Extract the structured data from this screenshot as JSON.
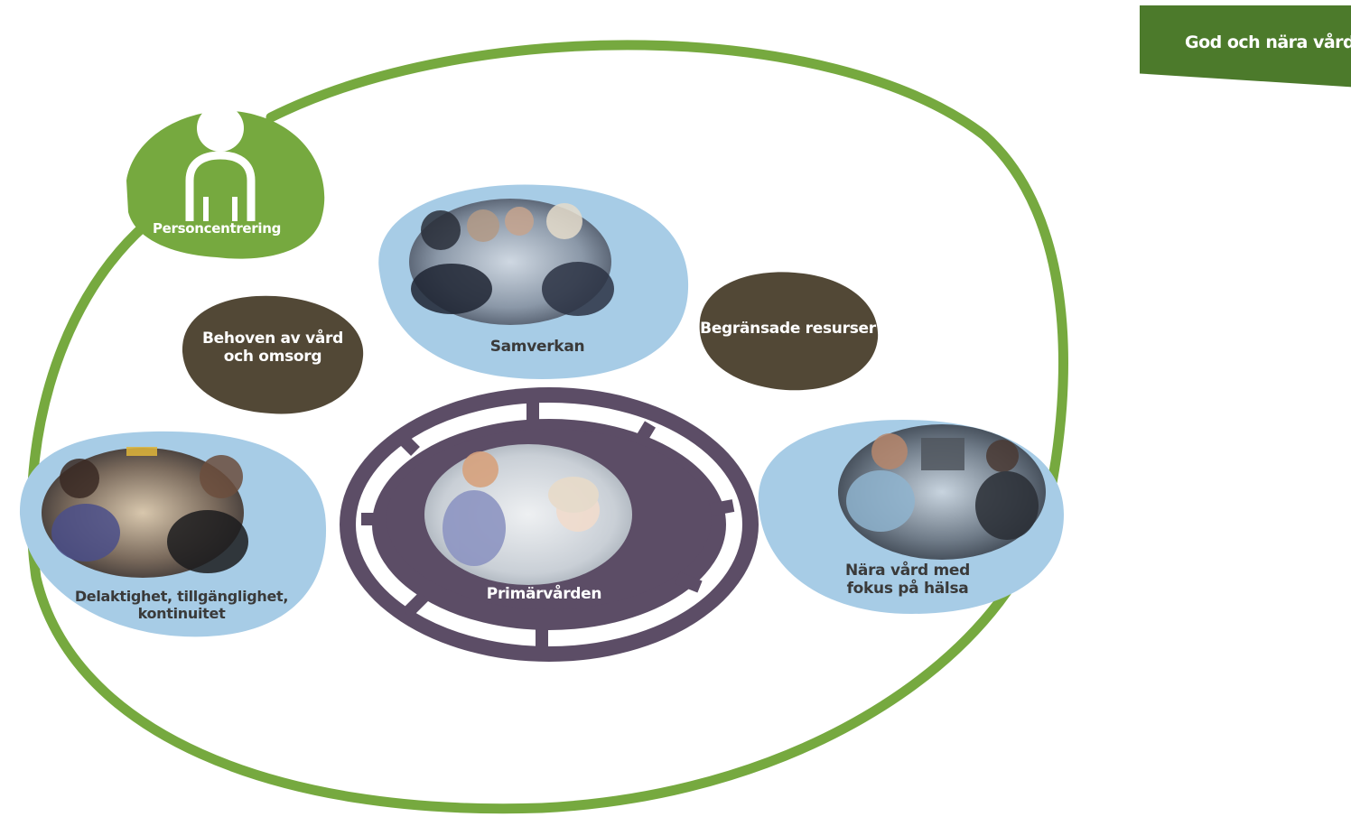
{
  "banner": {
    "text": "God och nära vård"
  },
  "labels": {
    "personcentrering": "Personcentrering",
    "behoven": "Behoven av vård och omsorg",
    "samverkan": "Samverkan",
    "begransade": "Begränsade resurser",
    "delaktighet": "Delaktighet, tillgänglighet, kontinuitet",
    "primarvarden": "Primärvården",
    "nara_vard": "Nära vård med fokus på hälsa"
  },
  "colors": {
    "green": "#76a93f",
    "dark_green": "#4c7a2b",
    "light_blue": "#a7cce6",
    "dark_brown": "#524836",
    "purple": "#5c4d66"
  },
  "icons": [
    "person-icon"
  ]
}
